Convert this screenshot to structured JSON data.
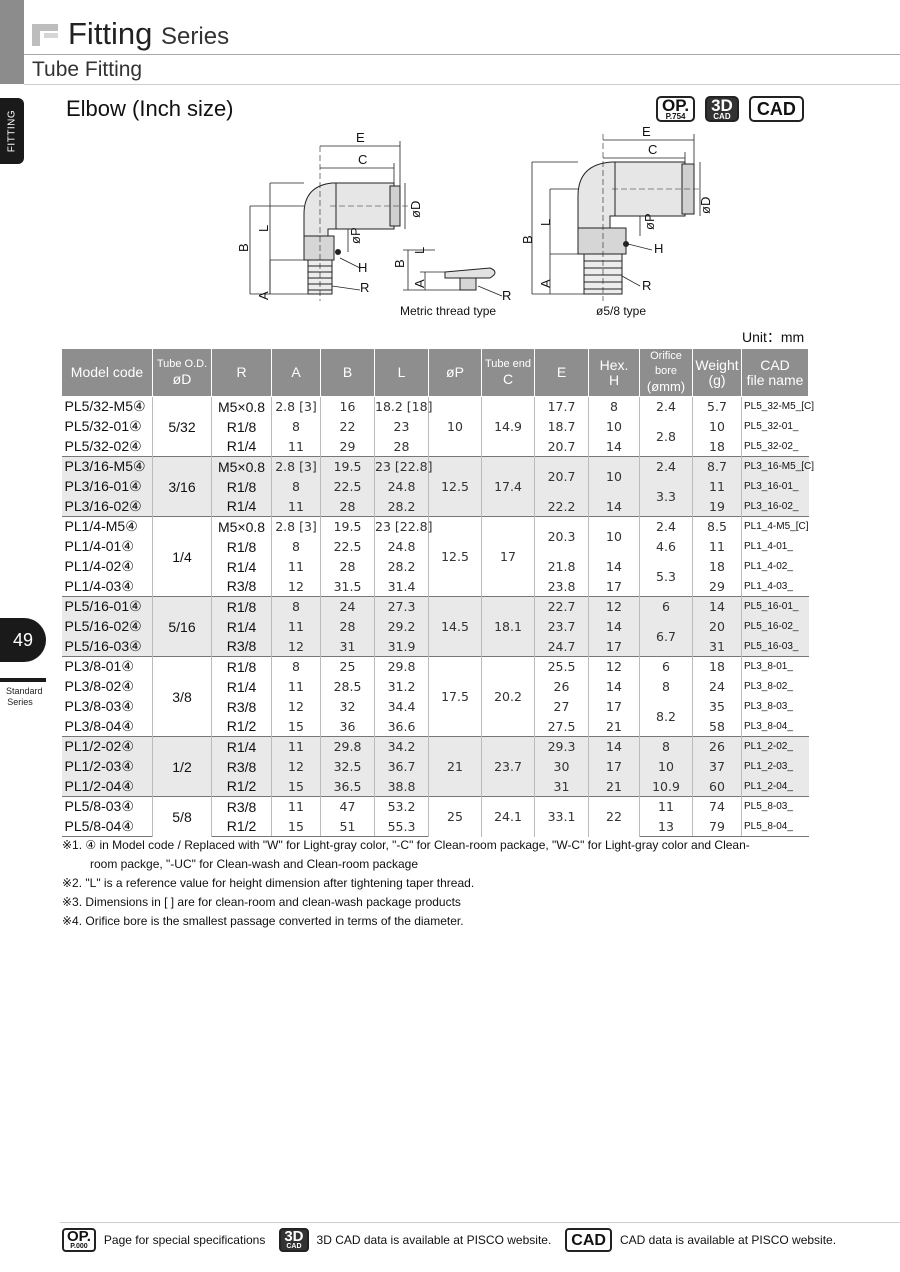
{
  "header": {
    "title_main": "Fitting",
    "title_series": "Series",
    "subtitle": "Tube Fitting"
  },
  "side": {
    "tab_label": "FITTING",
    "page_number": "49",
    "series_line1": "Standard",
    "series_line2": "Series"
  },
  "section": {
    "title": "Elbow (Inch size)",
    "badge_op_main": "OP.",
    "badge_op_page": "P.754",
    "badge_3d_main": "3D",
    "badge_3d_sub": "CAD",
    "badge_cad": "CAD"
  },
  "diagram": {
    "labels": {
      "E": "E",
      "C": "C",
      "D": "øD",
      "P": "øP",
      "H": "H",
      "B": "B",
      "L": "L",
      "A": "A",
      "R": "R"
    },
    "caption_metric": "Metric thread type",
    "caption_58": "ø5/8 type"
  },
  "unit": "Unit：mm",
  "table": {
    "headers": {
      "model": "Model code",
      "tube_od_1": "Tube O.D.",
      "tube_od_2": "øD",
      "r": "R",
      "a": "A",
      "b": "B",
      "l": "L",
      "p": "øP",
      "tube_end_1": "Tube end",
      "tube_end_2": "C",
      "e": "E",
      "hex_1": "Hex.",
      "hex_2": "H",
      "orifice_1": "Orifice bore",
      "orifice_2": "(ømm)",
      "weight_1": "Weight",
      "weight_2": "(g)",
      "cad_1": "CAD",
      "cad_2": "file name"
    },
    "rows": [
      {
        "model": "PL5/32-M5④",
        "od": "5/32",
        "r": "M5×0.8",
        "a": "2.8 [3]",
        "b": "16",
        "l": "18.2 [18]",
        "p": "10",
        "c": "14.9",
        "e": "17.7",
        "h": "8",
        "orifice": "2.4",
        "weight": "5.7",
        "cad": "PL5_32-M5_[C]"
      },
      {
        "model": "PL5/32-01④",
        "r": "R1/8",
        "a": "8",
        "b": "22",
        "l": "23",
        "e": "18.7",
        "h": "10",
        "orifice": "2.8",
        "weight": "10",
        "cad": "PL5_32-01_"
      },
      {
        "model": "PL5/32-02④",
        "r": "R1/4",
        "a": "11",
        "b": "29",
        "l": "28",
        "e": "20.7",
        "h": "14",
        "weight": "18",
        "cad": "PL5_32-02_"
      },
      {
        "model": "PL3/16-M5④",
        "od": "3/16",
        "r": "M5×0.8",
        "a": "2.8 [3]",
        "b": "19.5",
        "l": "23 [22.8]",
        "p": "12.5",
        "c": "17.4",
        "e": "20.7",
        "h": "10",
        "orifice": "2.4",
        "weight": "8.7",
        "cad": "PL3_16-M5_[C]"
      },
      {
        "model": "PL3/16-01④",
        "r": "R1/8",
        "a": "8",
        "b": "22.5",
        "l": "24.8",
        "orifice": "3.3",
        "weight": "11",
        "cad": "PL3_16-01_"
      },
      {
        "model": "PL3/16-02④",
        "r": "R1/4",
        "a": "11",
        "b": "28",
        "l": "28.2",
        "e": "22.2",
        "h": "14",
        "weight": "19",
        "cad": "PL3_16-02_"
      },
      {
        "model": "PL1/4-M5④",
        "od": "1/4",
        "r": "M5×0.8",
        "a": "2.8 [3]",
        "b": "19.5",
        "l": "23 [22.8]",
        "p": "12.5",
        "c": "17",
        "e": "20.3",
        "h": "10",
        "orifice": "2.4",
        "weight": "8.5",
        "cad": "PL1_4-M5_[C]"
      },
      {
        "model": "PL1/4-01④",
        "r": "R1/8",
        "a": "8",
        "b": "22.5",
        "l": "24.8",
        "orifice": "4.6",
        "weight": "11",
        "cad": "PL1_4-01_"
      },
      {
        "model": "PL1/4-02④",
        "r": "R1/4",
        "a": "11",
        "b": "28",
        "l": "28.2",
        "e": "21.8",
        "h": "14",
        "orifice": "5.3",
        "weight": "18",
        "cad": "PL1_4-02_"
      },
      {
        "model": "PL1/4-03④",
        "r": "R3/8",
        "a": "12",
        "b": "31.5",
        "l": "31.4",
        "e": "23.8",
        "h": "17",
        "weight": "29",
        "cad": "PL1_4-03_"
      },
      {
        "model": "PL5/16-01④",
        "od": "5/16",
        "r": "R1/8",
        "a": "8",
        "b": "24",
        "l": "27.3",
        "p": "14.5",
        "c": "18.1",
        "e": "22.7",
        "h": "12",
        "orifice": "6",
        "weight": "14",
        "cad": "PL5_16-01_"
      },
      {
        "model": "PL5/16-02④",
        "r": "R1/4",
        "a": "11",
        "b": "28",
        "l": "29.2",
        "e": "23.7",
        "h": "14",
        "orifice": "6.7",
        "weight": "20",
        "cad": "PL5_16-02_"
      },
      {
        "model": "PL5/16-03④",
        "r": "R3/8",
        "a": "12",
        "b": "31",
        "l": "31.9",
        "e": "24.7",
        "h": "17",
        "weight": "31",
        "cad": "PL5_16-03_"
      },
      {
        "model": "PL3/8-01④",
        "od": "3/8",
        "r": "R1/8",
        "a": "8",
        "b": "25",
        "l": "29.8",
        "p": "17.5",
        "c": "20.2",
        "e": "25.5",
        "h": "12",
        "orifice": "6",
        "weight": "18",
        "cad": "PL3_8-01_"
      },
      {
        "model": "PL3/8-02④",
        "r": "R1/4",
        "a": "11",
        "b": "28.5",
        "l": "31.2",
        "e": "26",
        "h": "14",
        "orifice": "8",
        "weight": "24",
        "cad": "PL3_8-02_"
      },
      {
        "model": "PL3/8-03④",
        "r": "R3/8",
        "a": "12",
        "b": "32",
        "l": "34.4",
        "e": "27",
        "h": "17",
        "orifice": "8.2",
        "weight": "35",
        "cad": "PL3_8-03_"
      },
      {
        "model": "PL3/8-04④",
        "r": "R1/2",
        "a": "15",
        "b": "36",
        "l": "36.6",
        "e": "27.5",
        "h": "21",
        "weight": "58",
        "cad": "PL3_8-04_"
      },
      {
        "model": "PL1/2-02④",
        "od": "1/2",
        "r": "R1/4",
        "a": "11",
        "b": "29.8",
        "l": "34.2",
        "p": "21",
        "c": "23.7",
        "e": "29.3",
        "h": "14",
        "orifice": "8",
        "weight": "26",
        "cad": "PL1_2-02_"
      },
      {
        "model": "PL1/2-03④",
        "r": "R3/8",
        "a": "12",
        "b": "32.5",
        "l": "36.7",
        "e": "30",
        "h": "17",
        "orifice": "10",
        "weight": "37",
        "cad": "PL1_2-03_"
      },
      {
        "model": "PL1/2-04④",
        "r": "R1/2",
        "a": "15",
        "b": "36.5",
        "l": "38.8",
        "e": "31",
        "h": "21",
        "orifice": "10.9",
        "weight": "60",
        "cad": "PL1_2-04_"
      },
      {
        "model": "PL5/8-03④",
        "od": "5/8",
        "r": "R3/8",
        "a": "11",
        "b": "47",
        "l": "53.2",
        "p": "25",
        "c": "24.1",
        "e": "33.1",
        "h": "22",
        "orifice": "11",
        "weight": "74",
        "cad": "PL5_8-03_"
      },
      {
        "model": "PL5/8-04④",
        "r": "R1/2",
        "a": "15",
        "b": "51",
        "l": "55.3",
        "orifice": "13",
        "weight": "79",
        "cad": "PL5_8-04_"
      }
    ]
  },
  "notes": [
    "※1. ④ in Model code / Replaced with \"W\" for Light-gray color, \"-C\" for Clean-room package, \"W-C\" for Light-gray color and Clean-",
    "room packge, \"-UC\" for Clean-wash and Clean-room package",
    "※2. \"L\" is a reference value for height dimension after tightening taper thread.",
    "※3. Dimensions in [ ] are for clean-room and clean-wash package products",
    "※4. Orifice bore is the smallest passage converted in terms of the diameter."
  ],
  "footer": {
    "op_main": "OP.",
    "op_page": "P.000",
    "op_text": "Page for special specifications",
    "d3_main": "3D",
    "d3_sub": "CAD",
    "d3_text": "3D CAD data is available at PISCO website.",
    "cad_main": "CAD",
    "cad_text": "CAD data is available at PISCO website."
  }
}
